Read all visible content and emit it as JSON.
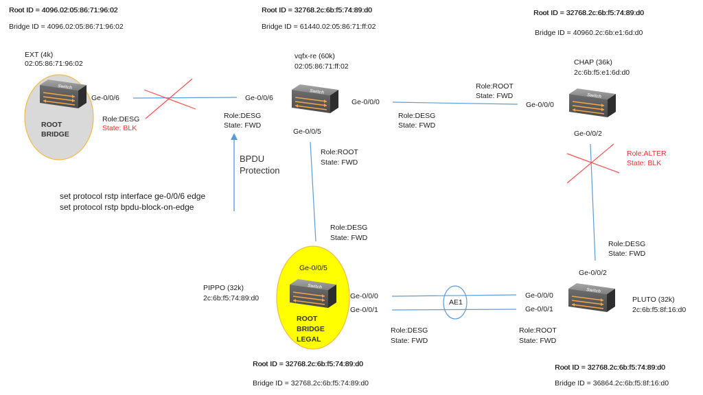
{
  "bridges": {
    "ext": {
      "name": "EXT (4k)",
      "mac": "02:05:86:71:96:02",
      "root_id": "Root ID = 4096.02:05:86:71:96:02",
      "bridge_id": "Bridge ID = 4096.02:05:86:71:96:02",
      "badge_line1": "ROOT",
      "badge_line2": "BRIDGE",
      "badge_color": "#d9d9d9",
      "port_ge006": "Ge-0/0/6",
      "port_role": "Role:DESG",
      "port_state": "State: BLK"
    },
    "vqfx": {
      "name": "vqfx-re (60k)",
      "mac": "02:05:86:71:ff:02",
      "root_id": "Root ID = 32768.2c:6b:f5:74:89:d0",
      "bridge_id": "Bridge ID = 61440.02:05:86:71:ff:02",
      "port_ge006": "Ge-0/0/6",
      "port_ge006_role": "Role:DESG",
      "port_ge006_state": "State: FWD",
      "port_ge000": "Ge-0/0/0",
      "port_ge000_role": "Role:DESG",
      "port_ge000_state": "State: FWD",
      "port_ge005": "Ge-0/0/5",
      "port_ge005_role": "Role:ROOT",
      "port_ge005_state": "State: FWD"
    },
    "chap": {
      "name": "CHAP (36k)",
      "mac": "2c:6b:f5:e1:6d:d0",
      "root_id": "Root ID = 32768.2c:6b:f5:74:89:d0",
      "bridge_id": "Bridge ID = 40960.2c:6b:e1:6d:d0",
      "port_ge000": "Ge-0/0/0",
      "port_ge000_role": "Role:ROOT",
      "port_ge000_state": "State: FWD",
      "port_ge002": "Ge-0/0/2",
      "port_ge002_role": "Role:ALTER",
      "port_ge002_state": "State: BLK"
    },
    "pippo": {
      "name": "PIPPO (32k)",
      "mac": "2c:6b:f5:74:89:d0",
      "root_id": "Root ID = 32768.2c:6b:f5:74:89:d0",
      "bridge_id": "Bridge ID = 32768.2c:6b:f5:74:89:d0",
      "badge_line1": "ROOT",
      "badge_line2": "BRIDGE",
      "badge_line3": "LEGAL",
      "badge_color": "#ffff00",
      "port_ge005": "Ge-0/0/5",
      "port_ge005_role": "Role:DESG",
      "port_ge005_state": "State: FWD",
      "port_ge000": "Ge-0/0/0",
      "port_ge001": "Ge-0/0/1",
      "port_ae_role": "Role:DESG",
      "port_ae_state": "State: FWD"
    },
    "pluto": {
      "name": "PLUTO (32k)",
      "mac": "2c:6b:f5:8f:16:d0",
      "root_id": "Root ID = 32768.2c:6b:f5:74:89:d0",
      "bridge_id": "Bridge ID = 36864.2c:6b:f5:8f:16:d0",
      "port_ge002": "Ge-0/0/2",
      "port_ge002_role": "Role:DESG",
      "port_ge002_state": "State: FWD",
      "port_ge000": "Ge-0/0/0",
      "port_ge001": "Ge-0/0/1",
      "port_ae_role": "Role:ROOT",
      "port_ae_state": "State: FWD"
    }
  },
  "switch_icon_label": "Switch",
  "aggregate_label": "AE1",
  "bpdu_note": {
    "line1": "BPDU",
    "line2": "Protection"
  },
  "commands": [
    "set protocol rstp interface ge-0/0/6 edge",
    "set protocol rstp bpdu-block-on-edge"
  ],
  "colors": {
    "link": "#5b9bd5",
    "blocked_cross": "#ff4d4d",
    "blocked_text": "#ff2b2b",
    "root_ellipse_border": "#f4b942",
    "switch_arrows": "#f4a64a"
  }
}
